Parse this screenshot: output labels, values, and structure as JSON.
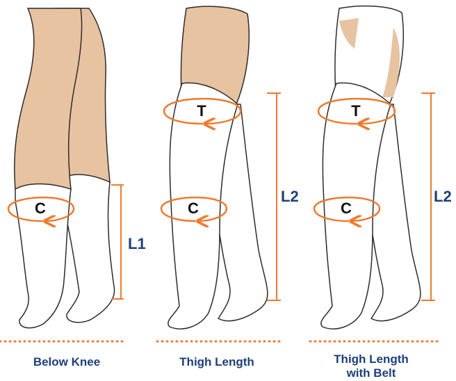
{
  "colors": {
    "skin": "#e8c3a1",
    "outline": "#2b2b2b",
    "measure": "#ee7a30",
    "label": "#1d3f7a"
  },
  "panels": [
    {
      "caption_lines": [
        "Below Knee"
      ],
      "rings": [
        "C"
      ],
      "length_label": "L1"
    },
    {
      "caption_lines": [
        "Thigh Length"
      ],
      "rings": [
        "T",
        "C"
      ],
      "length_label": "L2"
    },
    {
      "caption_lines": [
        "Thigh Length",
        "with Belt"
      ],
      "rings": [
        "T",
        "C"
      ],
      "length_label": "L2"
    }
  ]
}
